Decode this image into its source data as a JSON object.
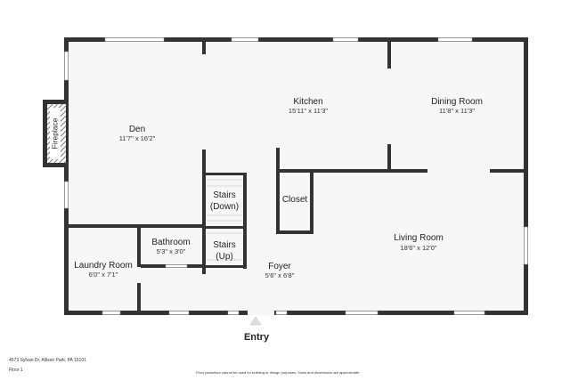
{
  "rooms": {
    "den": {
      "name": "Den",
      "dim": "11'7\" x 16'2\""
    },
    "kitchen": {
      "name": "Kitchen",
      "dim": "15'11\" x 11'3\""
    },
    "dining": {
      "name": "Dining Room",
      "dim": "11'8\" x 11'3\""
    },
    "closet": {
      "name": "Closet"
    },
    "stairs_down": {
      "line1": "Stairs",
      "line2": "(Down)"
    },
    "stairs_up": {
      "line1": "Stairs",
      "line2": "(Up)"
    },
    "bathroom": {
      "name": "Bathroom",
      "dim": "5'3\" x 3'0\""
    },
    "laundry": {
      "name": "Laundry Room",
      "dim": "6'0\" x 7'1\""
    },
    "foyer": {
      "name": "Foyer",
      "dim": "5'6\" x 6'8\""
    },
    "living": {
      "name": "Living Room",
      "dim": "18'6\" x 12'0\""
    }
  },
  "fireplace": "Fireplace",
  "entry": "Entry",
  "footer": {
    "address": "4573 Sylvan Dr, Allison Park, PA 15101",
    "floor": "Floor 1",
    "disclaimer": "Floor plans/tour cannot be used for building or design purposes. Sizes and dimensions are approximate."
  },
  "colors": {
    "wall": "#333333",
    "window": "#ffffff",
    "hatch": "#555555",
    "background": "#ffffff"
  }
}
